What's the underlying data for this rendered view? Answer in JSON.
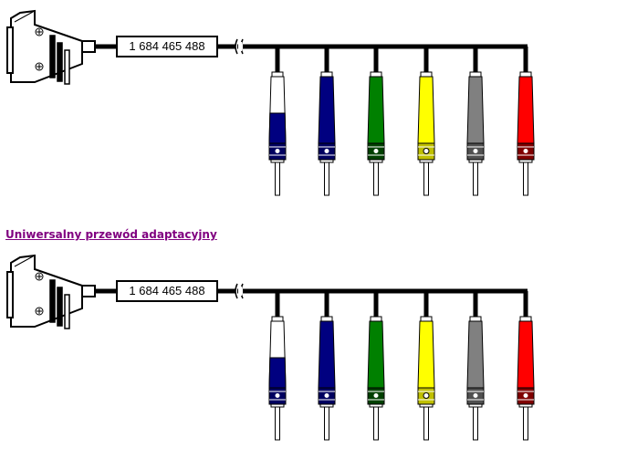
{
  "diagrams": [
    {
      "part_number": "1 684 465 488"
    },
    {
      "part_number": "1 684 465 488"
    }
  ],
  "caption_link": "Uniwersalny przewód adaptacyjny",
  "plugs": [
    {
      "name": "white-blue",
      "top": "#ffffff",
      "body": "#000080",
      "ring": "#000060"
    },
    {
      "name": "blue",
      "top": "#000080",
      "body": "#000080",
      "ring": "#000060"
    },
    {
      "name": "green",
      "top": "#008000",
      "body": "#008000",
      "ring": "#004000"
    },
    {
      "name": "yellow",
      "top": "#ffff00",
      "body": "#ffff00",
      "ring": "#c0c000"
    },
    {
      "name": "gray",
      "top": "#808080",
      "body": "#808080",
      "ring": "#505050"
    },
    {
      "name": "red",
      "top": "#ff0000",
      "body": "#ff0000",
      "ring": "#800000"
    }
  ]
}
